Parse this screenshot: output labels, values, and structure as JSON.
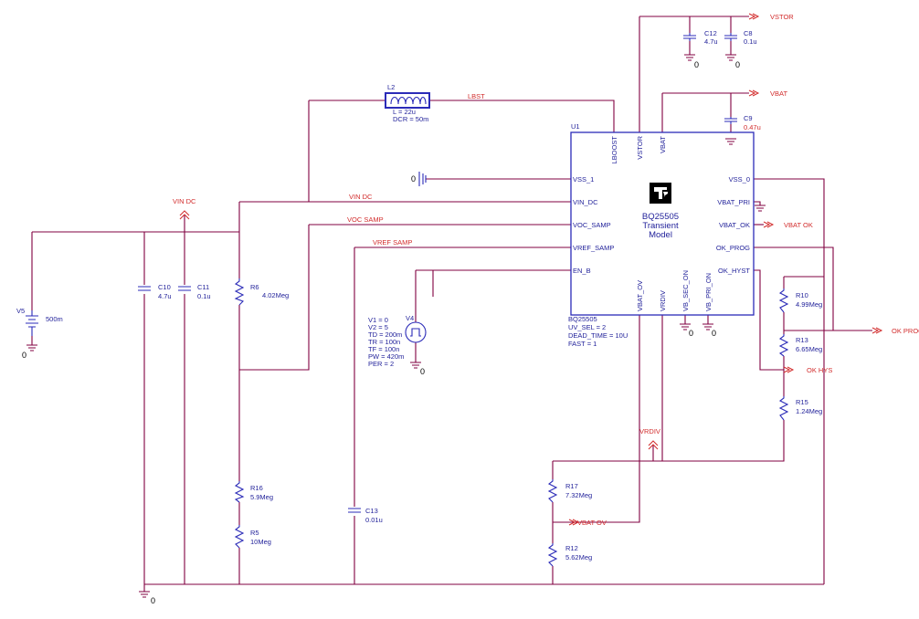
{
  "nets": {
    "vstor": "VSTOR",
    "vbat": "VBAT",
    "lbst": "LBST",
    "vin_dc_flag": "VIN DC",
    "vin_dc": "VIN DC",
    "voc_samp": "VOC SAMP",
    "vref_samp": "VREF SAMP",
    "vbat_ok": "VBAT OK",
    "ok_prog": "OK PROG",
    "ok_hys": "OK HYS",
    "vrdiv": "VRDIV",
    "vbat_ov": "VBAT OV"
  },
  "ic": {
    "ref": "U1",
    "part": "BQ25505",
    "model_line1": "BQ25505",
    "model_line2": "Transient",
    "model_line3": "Model",
    "param1": "UV_SEL = 2",
    "param2": "DEAD_TIME = 10U",
    "param3": "FAST = 1",
    "pins_left": [
      "VSS_1",
      "VIN_DC",
      "VOC_SAMP",
      "VREF_SAMP",
      "EN_B"
    ],
    "pins_right": [
      "VSS_0",
      "VBAT_PRI",
      "VBAT_OK",
      "OK_PROG",
      "OK_HYST"
    ],
    "pins_top": [
      "LBOOST",
      "VSTOR",
      "VBAT"
    ],
    "pins_bottom": [
      "VBAT_OV",
      "VRDIV",
      "VB_SEC_ON",
      "VB_PRI_ON"
    ]
  },
  "components": {
    "L2": {
      "ref": "L2",
      "p1": "L = 22u",
      "p2": "DCR = 50m"
    },
    "C12": {
      "ref": "C12",
      "value": "4.7u"
    },
    "C8": {
      "ref": "C8",
      "value": "0.1u"
    },
    "C9": {
      "ref": "C9",
      "value": "0.47u"
    },
    "C10": {
      "ref": "C10",
      "value": "4.7u"
    },
    "C11": {
      "ref": "C11",
      "value": "0.1u"
    },
    "C13": {
      "ref": "C13",
      "value": "0.01u"
    },
    "R6": {
      "ref": "R6",
      "value": "4.02Meg"
    },
    "R16": {
      "ref": "R16",
      "value": "5.9Meg"
    },
    "R5": {
      "ref": "R5",
      "value": "10Meg"
    },
    "R10": {
      "ref": "R10",
      "value": "4.99Meg"
    },
    "R13": {
      "ref": "R13",
      "value": "6.65Meg"
    },
    "R15": {
      "ref": "R15",
      "value": "1.24Meg"
    },
    "R17": {
      "ref": "R17",
      "value": "7.32Meg"
    },
    "R12": {
      "ref": "R12",
      "value": "5.62Meg"
    },
    "V5": {
      "ref": "V5",
      "value": "500m"
    },
    "V4": {
      "ref": "V4",
      "params": [
        "V1 = 0",
        "V2 = 5",
        "TD = 200m",
        "TR = 100n",
        "TF = 100n",
        "PW = 420m",
        "PER = 2"
      ]
    }
  },
  "grounds": [
    "0",
    "0",
    "0",
    "0",
    "0",
    "0",
    "0",
    "0",
    "0",
    "0"
  ],
  "icons": {
    "logo": "ti-logo-icon",
    "ground": "ground-icon",
    "net_flag": "net-flag-arrow-icon"
  },
  "colors": {
    "wire": "#800040",
    "component": "#2b2bb8",
    "net_label": "#d22c2c"
  }
}
